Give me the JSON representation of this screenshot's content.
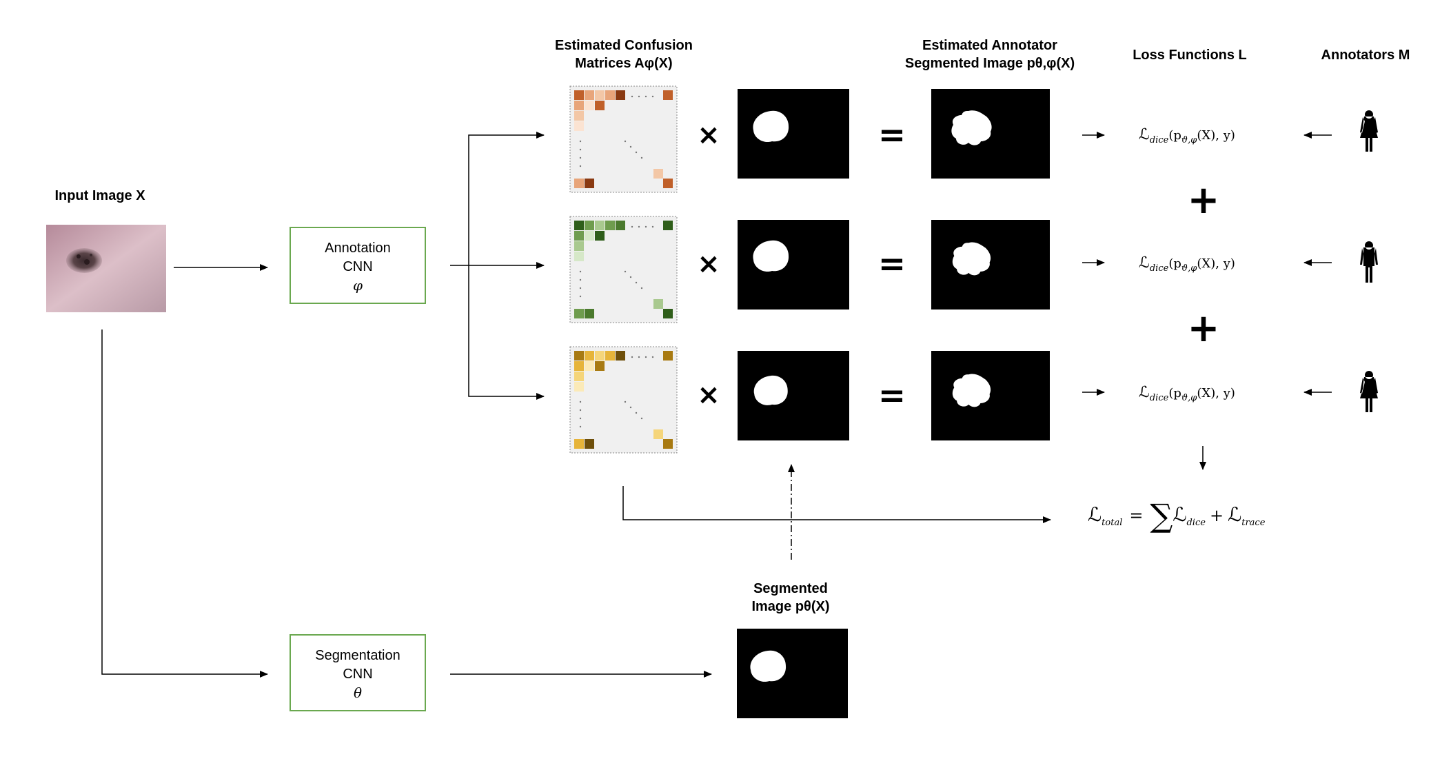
{
  "titles": {
    "input_image": "Input Image X",
    "confusion_line1": "Estimated Confusion",
    "confusion_line2": "Matrices Aφ(X)",
    "annotator_line1": "Estimated Annotator",
    "annotator_line2": "Segmented Image pθ,φ(X)",
    "loss_functions": "Loss Functions L",
    "annotators": "Annotators M",
    "segmented_line1": "Segmented",
    "segmented_line2": "Image pθ(X)"
  },
  "boxes": {
    "annotation": {
      "line1": "Annotation",
      "line2": "CNN",
      "symbol": "φ"
    },
    "segmentation": {
      "line1": "Segmentation",
      "line2": "CNN",
      "symbol": "θ"
    }
  },
  "operators": {
    "times": "×",
    "equals": "=",
    "plus": "+"
  },
  "loss_terms": [
    {
      "main": "ℒ",
      "sub": "dice",
      "args": "(p",
      "arg_sub": "ϑ,φ",
      "rest": "(X), y)"
    },
    {
      "main": "ℒ",
      "sub": "dice",
      "args": "(p",
      "arg_sub": "ϑ,φ",
      "rest": "(X), y)"
    },
    {
      "main": "ℒ",
      "sub": "dice",
      "args": "(p",
      "arg_sub": "ϑ,φ",
      "rest": "(X), y)"
    }
  ],
  "total_loss": {
    "lhs": "ℒ",
    "lhs_sub": "total",
    "eq": "=",
    "sum": "∑",
    "term1": "ℒ",
    "term1_sub": "dice",
    "plus": "+",
    "term2": "ℒ",
    "term2_sub": "trace"
  },
  "colors": {
    "box_border": "#6aa84f",
    "orange": [
      "#c0602a",
      "#e8a57a",
      "#f3c7a6",
      "#fbe3d2",
      "#8a3a12"
    ],
    "green": [
      "#2f5e1a",
      "#6f9c4e",
      "#a9c98f",
      "#d6e8c8",
      "#4b7a2e"
    ],
    "yellow": [
      "#a87a12",
      "#e6b43a",
      "#f5d57a",
      "#fbeab8",
      "#6e4f0a"
    ],
    "matrix_bg": "#f0f0f0"
  },
  "icons": {
    "annotator": "person-icon",
    "mask": "tumor-mask-image",
    "dermoscopy": "skin-lesion-image"
  }
}
